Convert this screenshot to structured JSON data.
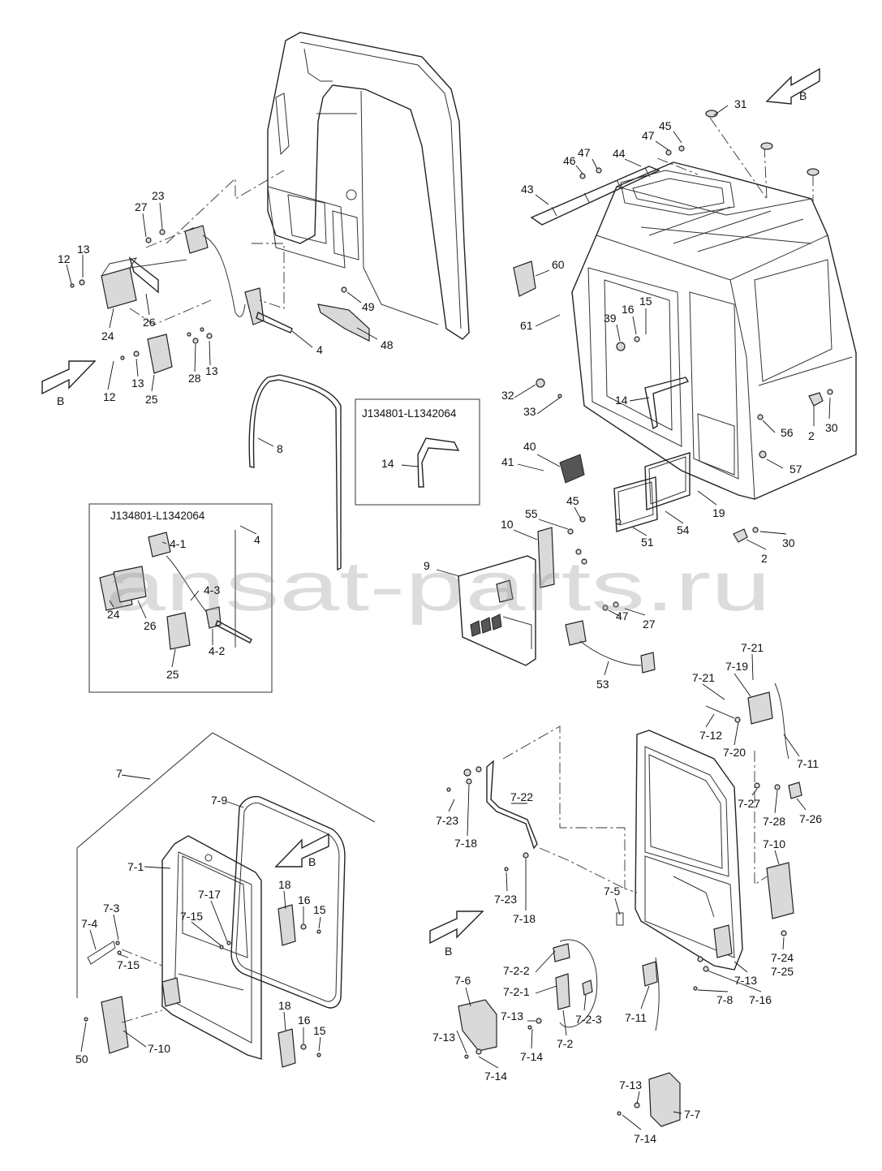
{
  "watermark": "ansat-parts.ru",
  "view_arrow_label": "B",
  "inset_boxes": [
    {
      "title": "J134801-L1342064"
    },
    {
      "title": "J134801-L1342064"
    }
  ],
  "labels": [
    {
      "id": "l31",
      "text": "31"
    },
    {
      "id": "l45a",
      "text": "45"
    },
    {
      "id": "l47a",
      "text": "47"
    },
    {
      "id": "l47b",
      "text": "47"
    },
    {
      "id": "l44",
      "text": "44"
    },
    {
      "id": "l46",
      "text": "46"
    },
    {
      "id": "l43",
      "text": "43"
    },
    {
      "id": "l60",
      "text": "60"
    },
    {
      "id": "l61",
      "text": "61"
    },
    {
      "id": "l39",
      "text": "39"
    },
    {
      "id": "l16a",
      "text": "16"
    },
    {
      "id": "l15a",
      "text": "15"
    },
    {
      "id": "l32",
      "text": "32"
    },
    {
      "id": "l33",
      "text": "33"
    },
    {
      "id": "l14a",
      "text": "14"
    },
    {
      "id": "l2a",
      "text": "2"
    },
    {
      "id": "l30a",
      "text": "30"
    },
    {
      "id": "l56",
      "text": "56"
    },
    {
      "id": "l57",
      "text": "57"
    },
    {
      "id": "l40",
      "text": "40"
    },
    {
      "id": "l41",
      "text": "41"
    },
    {
      "id": "l19",
      "text": "19"
    },
    {
      "id": "l54",
      "text": "54"
    },
    {
      "id": "l51",
      "text": "51"
    },
    {
      "id": "l45b",
      "text": "45"
    },
    {
      "id": "l55",
      "text": "55"
    },
    {
      "id": "l10",
      "text": "10"
    },
    {
      "id": "l30b",
      "text": "30"
    },
    {
      "id": "l2b",
      "text": "2"
    },
    {
      "id": "l9",
      "text": "9"
    },
    {
      "id": "l27b",
      "text": "27"
    },
    {
      "id": "l47c",
      "text": "47"
    },
    {
      "id": "l53",
      "text": "53"
    },
    {
      "id": "l23",
      "text": "23"
    },
    {
      "id": "l27a",
      "text": "27"
    },
    {
      "id": "l13a",
      "text": "13"
    },
    {
      "id": "l12a",
      "text": "12"
    },
    {
      "id": "l26a",
      "text": "26"
    },
    {
      "id": "l24a",
      "text": "24"
    },
    {
      "id": "l49",
      "text": "49"
    },
    {
      "id": "l4a",
      "text": "4"
    },
    {
      "id": "l48",
      "text": "48"
    },
    {
      "id": "l28",
      "text": "28"
    },
    {
      "id": "l13b",
      "text": "13"
    },
    {
      "id": "l13c",
      "text": "13"
    },
    {
      "id": "l12b",
      "text": "12"
    },
    {
      "id": "l25a",
      "text": "25"
    },
    {
      "id": "l8",
      "text": "8"
    },
    {
      "id": "l14b",
      "text": "14"
    },
    {
      "id": "l4b",
      "text": "4"
    },
    {
      "id": "l4-1",
      "text": "4-1"
    },
    {
      "id": "l4-3",
      "text": "4-3"
    },
    {
      "id": "l26b",
      "text": "26"
    },
    {
      "id": "l24b",
      "text": "24"
    },
    {
      "id": "l4-2",
      "text": "4-2"
    },
    {
      "id": "l25b",
      "text": "25"
    },
    {
      "id": "l7",
      "text": "7"
    },
    {
      "id": "l7-9",
      "text": "7-9"
    },
    {
      "id": "l7-1",
      "text": "7-1"
    },
    {
      "id": "l7-17",
      "text": "7-17"
    },
    {
      "id": "l7-15a",
      "text": "7-15"
    },
    {
      "id": "l7-3",
      "text": "7-3"
    },
    {
      "id": "l7-4",
      "text": "7-4"
    },
    {
      "id": "l7-15b",
      "text": "7-15"
    },
    {
      "id": "l18a",
      "text": "18"
    },
    {
      "id": "l16b",
      "text": "16"
    },
    {
      "id": "l15b",
      "text": "15"
    },
    {
      "id": "l18b",
      "text": "18"
    },
    {
      "id": "l16c",
      "text": "16"
    },
    {
      "id": "l15c",
      "text": "15"
    },
    {
      "id": "l50",
      "text": "50"
    },
    {
      "id": "l7-10a",
      "text": "7-10"
    },
    {
      "id": "l7-21a",
      "text": "7-21"
    },
    {
      "id": "l7-21b",
      "text": "7-21"
    },
    {
      "id": "l7-19",
      "text": "7-19"
    },
    {
      "id": "l7-12",
      "text": "7-12"
    },
    {
      "id": "l7-20",
      "text": "7-20"
    },
    {
      "id": "l7-11a",
      "text": "7-11"
    },
    {
      "id": "l7-27",
      "text": "7-27"
    },
    {
      "id": "l7-28",
      "text": "7-28"
    },
    {
      "id": "l7-26",
      "text": "7-26"
    },
    {
      "id": "l7-10b",
      "text": "7-10"
    },
    {
      "id": "l7-22",
      "text": "7-22"
    },
    {
      "id": "l7-23a",
      "text": "7-23"
    },
    {
      "id": "l7-18a",
      "text": "7-18"
    },
    {
      "id": "l7-23b",
      "text": "7-23"
    },
    {
      "id": "l7-18b",
      "text": "7-18"
    },
    {
      "id": "l7-5",
      "text": "7-5"
    },
    {
      "id": "l7-24",
      "text": "7-24"
    },
    {
      "id": "l7-25",
      "text": "7-25"
    },
    {
      "id": "l7-13a",
      "text": "7-13"
    },
    {
      "id": "l7-16",
      "text": "7-16"
    },
    {
      "id": "l7-8",
      "text": "7-8"
    },
    {
      "id": "l7-6",
      "text": "7-6"
    },
    {
      "id": "l7-2-2",
      "text": "7-2-2"
    },
    {
      "id": "l7-2-1",
      "text": "7-2-1"
    },
    {
      "id": "l7-2-3",
      "text": "7-2-3"
    },
    {
      "id": "l7-13b",
      "text": "7-13"
    },
    {
      "id": "l7-11b",
      "text": "7-11"
    },
    {
      "id": "l7-13c",
      "text": "7-13"
    },
    {
      "id": "l7-14a",
      "text": "7-14"
    },
    {
      "id": "l7-2",
      "text": "7-2"
    },
    {
      "id": "l7-14b",
      "text": "7-14"
    },
    {
      "id": "l7-13d",
      "text": "7-13"
    },
    {
      "id": "l7-7",
      "text": "7-7"
    },
    {
      "id": "l7-14c",
      "text": "7-14"
    }
  ]
}
